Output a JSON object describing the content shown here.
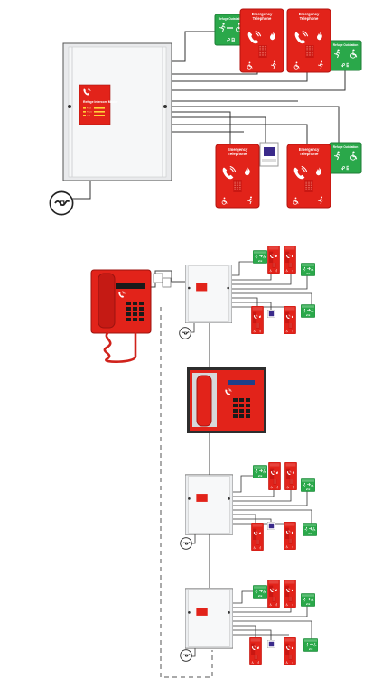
{
  "labels": {
    "refuge_sign": "Refuge Outstation",
    "emergency_panel_line1": "Emergency",
    "emergency_panel_line2": "Telephone",
    "controller_title": "Refuge Intercom Master",
    "controller_legend": [
      "Fault",
      "Power",
      "Call"
    ]
  },
  "colors": {
    "red": "#e2231a",
    "dark_red": "#b3130f",
    "green": "#2aa84a",
    "panel_grey": "#e9eaec",
    "line": "#333333"
  },
  "icons": [
    "telephone-icon",
    "wheelchair-icon",
    "fire-icon",
    "power-supply-icon"
  ]
}
